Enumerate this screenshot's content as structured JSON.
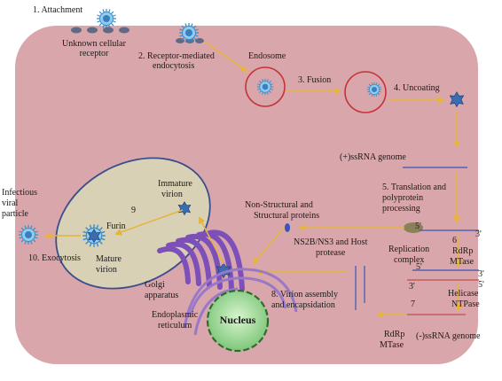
{
  "diagram": {
    "steps": {
      "attachment": "1.  Attachment",
      "endocytosis_1": "2.  Receptor-mediated",
      "endocytosis_2": "endocytosis",
      "fusion": "3.  Fusion",
      "uncoating": "4.  Uncoating",
      "translation_1": "5.  Translation and",
      "translation_2": "polyprotein",
      "translation_3": "processing",
      "replication_step": "6",
      "helicase_step": "7",
      "assembly_1": "8.  Virion assembly",
      "assembly_2": "and encapsidation",
      "furin_step": "9",
      "exocytosis": "10. Exocytosis"
    },
    "labels": {
      "unknown_receptor_1": "Unknown cellular",
      "unknown_receptor_2": "receptor",
      "endosome": "Endosome",
      "ssrna_plus": "(+)ssRNA genome",
      "ssrna_minus": "(-)ssRNA genome",
      "nonstructural_1": "Non-Structural and",
      "nonstructural_2": "Structural proteins",
      "ns2b_1": "NS2B/NS3 and Host",
      "ns2b_2": "protease",
      "replication_complex_1": "Replication",
      "replication_complex_2": "complex",
      "rdrp_top_1": "RdRp",
      "rdrp_top_2": "MTase",
      "helicase_1": "Helicase",
      "helicase_2": "NTPase",
      "rdrp_bottom_1": "RdRp",
      "rdrp_bottom_2": "MTase",
      "immature_1": "Immature",
      "immature_2": "virion",
      "furin": "Furin",
      "mature_1": "Mature",
      "mature_2": "virion",
      "infectious_1": "Infectious",
      "infectious_2": "viral",
      "infectious_3": "particle",
      "golgi_1": "Golgi",
      "golgi_2": "apparatus",
      "er_1": "Endoplasmic",
      "er_2": "reticulum",
      "nucleus": "Nucleus"
    },
    "strand_ends": {
      "a5": "5'",
      "a3": "3'",
      "b5": "5'",
      "b3": "3'",
      "c3": "3'",
      "c5": "5'"
    },
    "colors": {
      "cell_fill": "#d9a7ab",
      "cell_border": "#ffffff",
      "vesicle_ring": "#c7343b",
      "arrow": "#e6b43a",
      "golgi_oval_fill": "#d9d1b5",
      "golgi_oval_stroke": "#3a4e8c",
      "golgi_purple": "#7d4fb8",
      "nucleus_green": "#8fd18a",
      "virus_blue": "#5aa8dc",
      "rna_blue": "#3a55b5",
      "rna_red": "#c44d4d"
    }
  }
}
